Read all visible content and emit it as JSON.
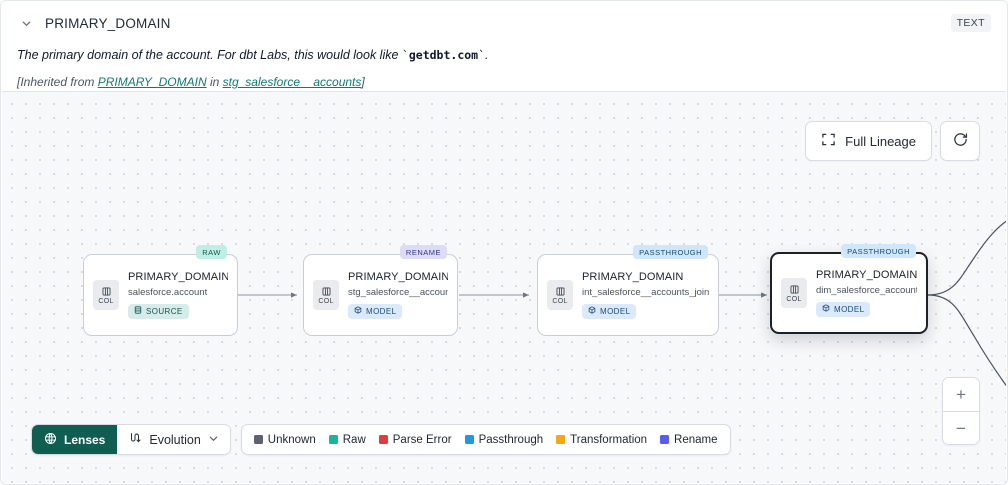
{
  "header": {
    "expand_icon": "chevron-down-icon",
    "title": "PRIMARY_DOMAIN",
    "type_badge": "TEXT",
    "description_prefix": "The primary domain of the account. For dbt Labs, this would look like ",
    "description_code": "getdbt.com",
    "description_suffix": ".",
    "inherited_prefix": "[Inherited from ",
    "inherited_link_1": "PRIMARY_DOMAIN",
    "inherited_middle": " in ",
    "inherited_link_2": "stg_salesforce__accounts",
    "inherited_suffix": "]"
  },
  "toolbar": {
    "full_lineage_label": "Full Lineage",
    "full_lineage_icon": "expand-corners-icon",
    "refresh_icon": "refresh-icon"
  },
  "zoom_controls": {
    "zoom_in_label": "+",
    "zoom_out_label": "−"
  },
  "graph": {
    "nodes": [
      {
        "title": "PRIMARY_DOMAIN__C",
        "subtitle": "salesforce.account",
        "chip_label": "COL",
        "chip_icon": "columns-icon",
        "badge": "SOURCE",
        "badge_icon": "database-icon",
        "badge_kind": "source",
        "tag": "RAW",
        "tag_kind": "raw",
        "selected": false
      },
      {
        "title": "PRIMARY_DOMAIN",
        "subtitle": "stg_salesforce__accounts",
        "chip_label": "COL",
        "chip_icon": "columns-icon",
        "badge": "MODEL",
        "badge_icon": "cube-icon",
        "badge_kind": "model",
        "tag": "RENAME",
        "tag_kind": "rename",
        "selected": false
      },
      {
        "title": "PRIMARY_DOMAIN",
        "subtitle": "int_salesforce__accounts_joined",
        "chip_label": "COL",
        "chip_icon": "columns-icon",
        "badge": "MODEL",
        "badge_icon": "cube-icon",
        "badge_kind": "model",
        "tag": "PASSTHROUGH",
        "tag_kind": "passthrough",
        "selected": false
      },
      {
        "title": "PRIMARY_DOMAIN",
        "subtitle": "dim_salesforce_accounts",
        "chip_label": "COL",
        "chip_icon": "columns-icon",
        "badge": "MODEL",
        "badge_icon": "cube-icon",
        "badge_kind": "model",
        "tag": "PASSTHROUGH",
        "tag_kind": "passthrough",
        "selected": true
      }
    ]
  },
  "bottom_bar": {
    "lenses_label": "Lenses",
    "lenses_icon": "lens-icon",
    "evolution_label": "Evolution",
    "evolution_icon": "evolution-flow-icon",
    "evolution_chevron_icon": "chevron-down-icon",
    "legend": [
      {
        "label": "Unknown",
        "color": "#5d646f"
      },
      {
        "label": "Raw",
        "color": "#16b79a"
      },
      {
        "label": "Parse Error",
        "color": "#e23b3b"
      },
      {
        "label": "Passthrough",
        "color": "#1f9ae0"
      },
      {
        "label": "Transformation",
        "color": "#f0a817"
      },
      {
        "label": "Rename",
        "color": "#5b5bef"
      }
    ]
  }
}
